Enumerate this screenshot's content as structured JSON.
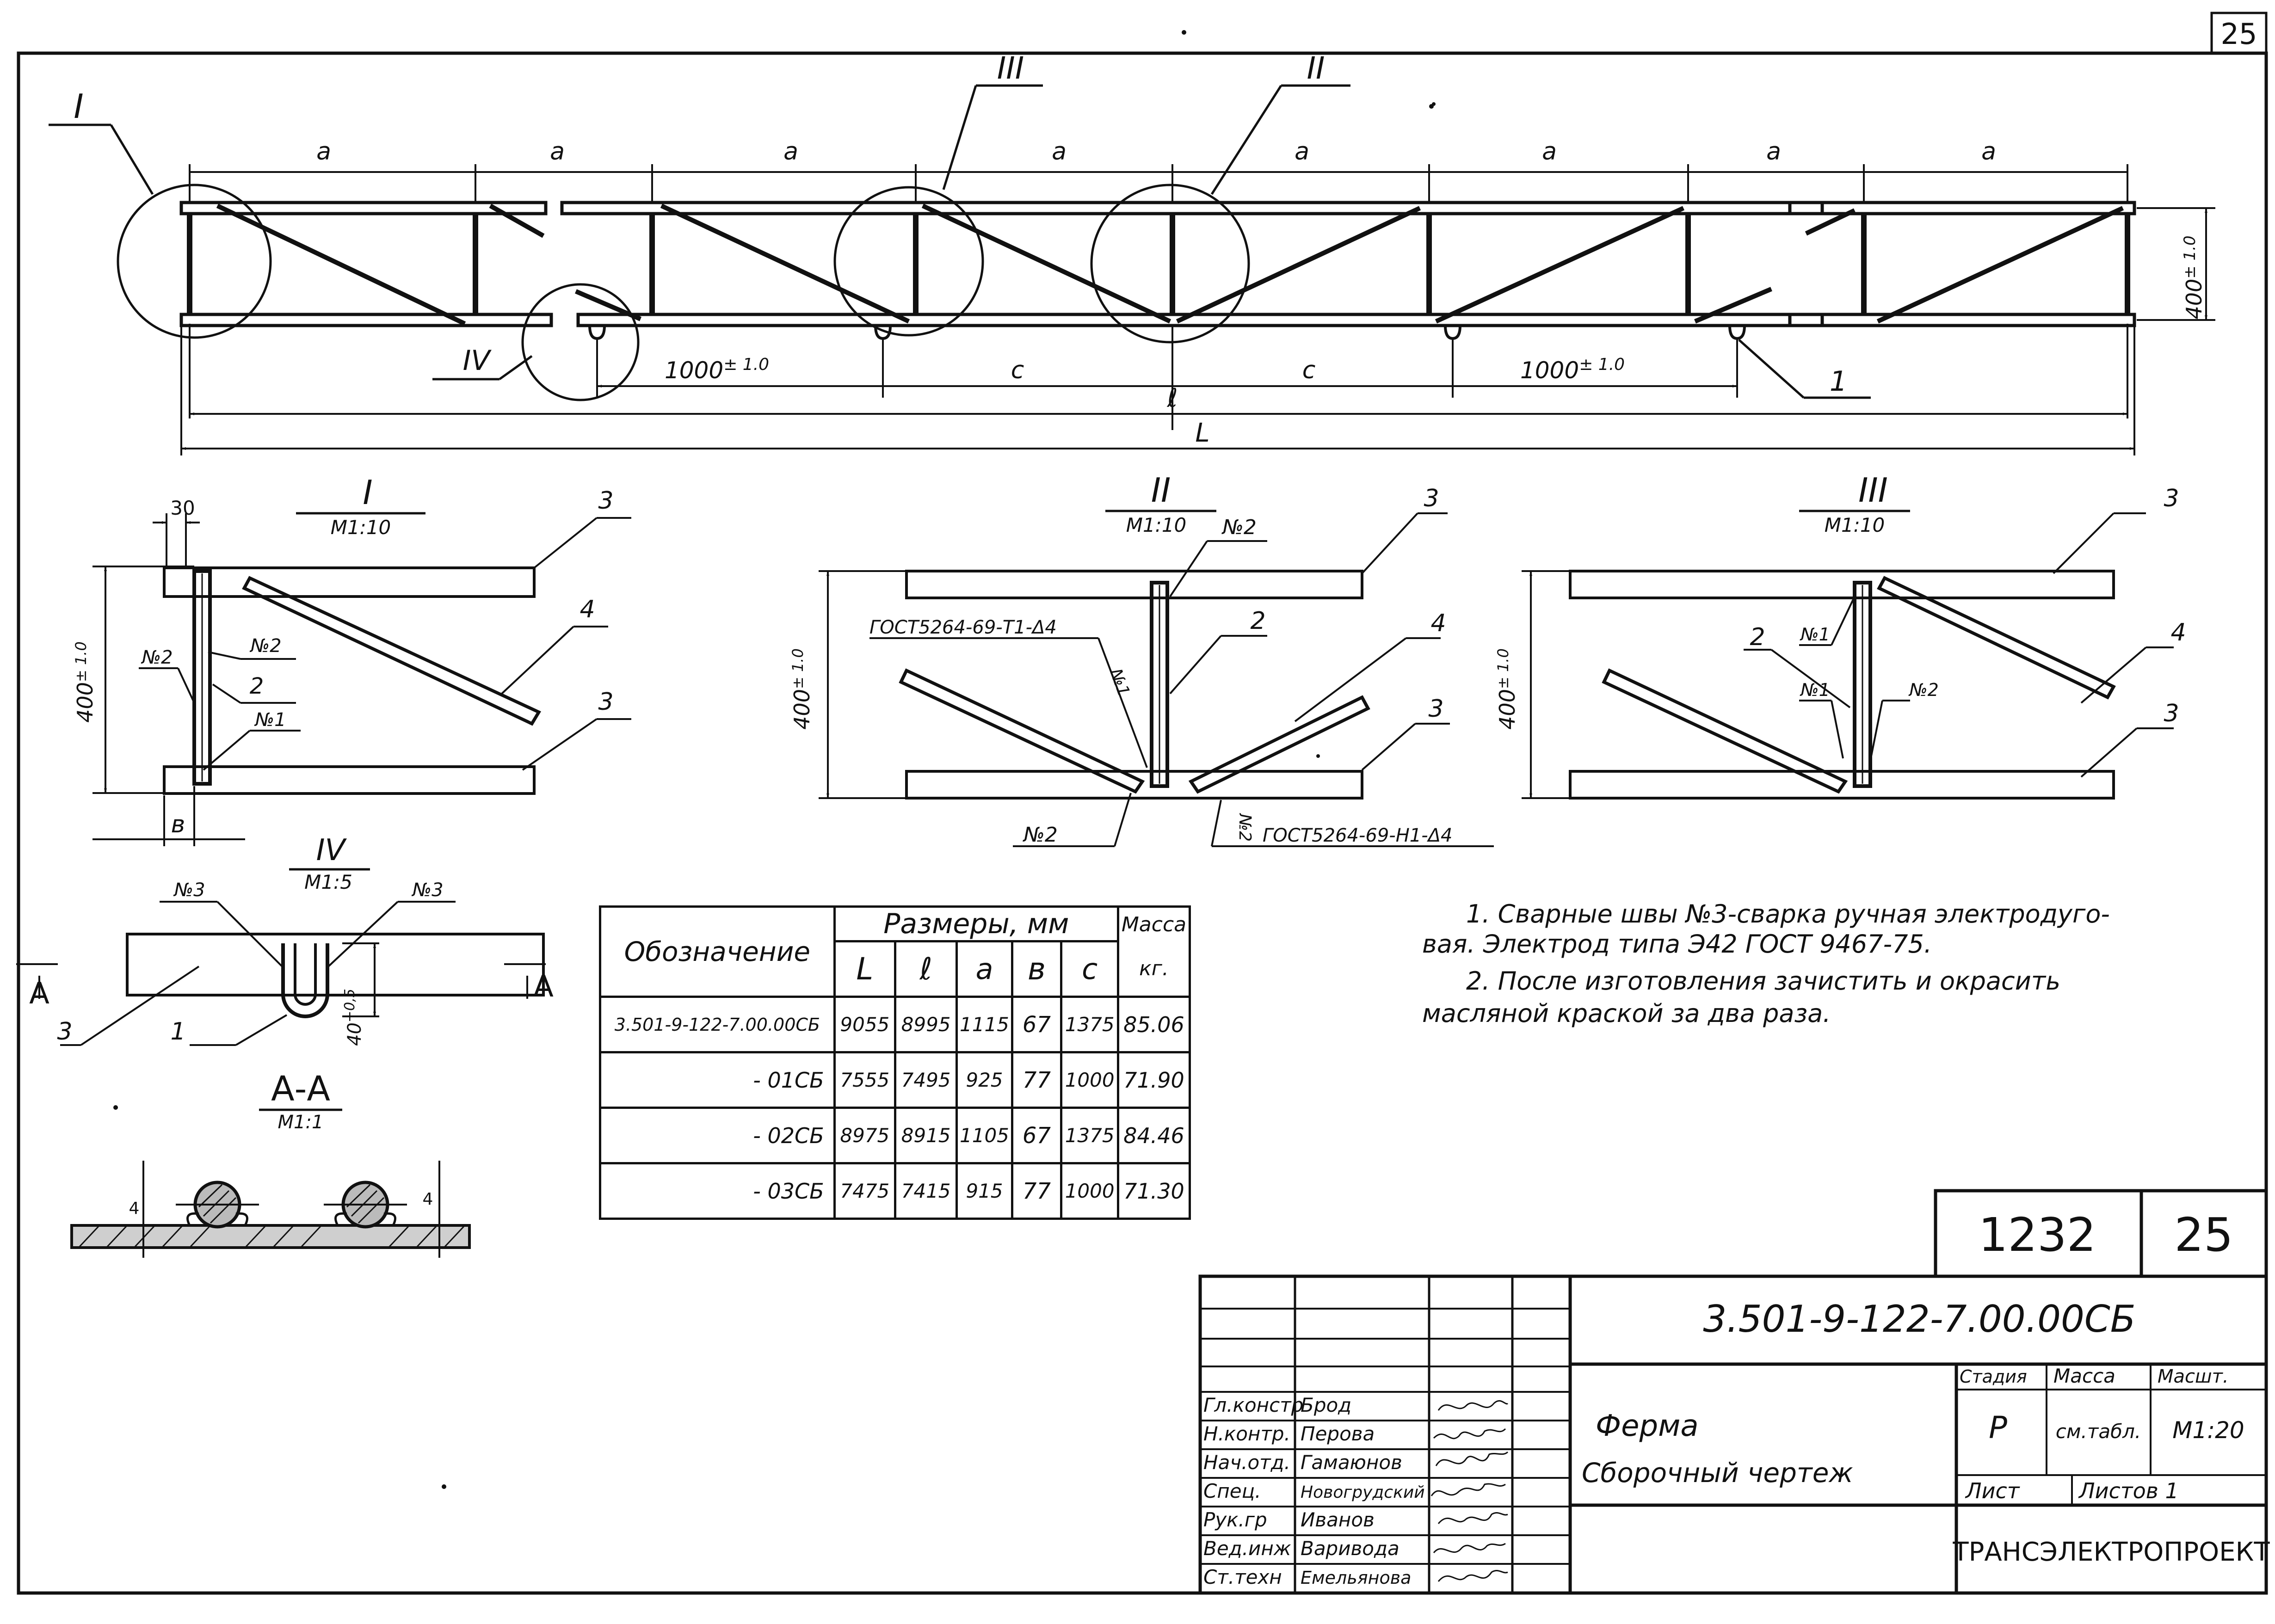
{
  "sheet_corner_number": "25",
  "main_view": {
    "callouts": [
      "I",
      "II",
      "III",
      "IV"
    ],
    "spacing_label": "a",
    "dim_1000": "1000",
    "tolerance": "± 1.0",
    "dim_c": "c",
    "dim_l_inner": "ℓ",
    "dim_l_total": "L",
    "dim_height": "400",
    "pos_1": "1"
  },
  "detail_I": {
    "title": "I",
    "scale": "М1:10",
    "dim_30": "30",
    "dim_height": "400",
    "tolerance": "± 1.0",
    "dim_b": "в",
    "weld_2a": "№2",
    "weld_2b": "№2",
    "weld_1": "№1",
    "pos_2": "2",
    "pos_3a": "3",
    "pos_3b": "3",
    "pos_4": "4"
  },
  "detail_II": {
    "title": "II",
    "scale": "М1:10",
    "dim_height": "400",
    "tolerance": "± 1.0",
    "weld_2_top": "№2",
    "weld_1": "№1",
    "weld_2_bottom_left": "№2",
    "weld_2_bottom_right": "№2",
    "gost_top": "ГОСТ5264-69-Т1-Δ4",
    "gost_bottom": "ГОСТ5264-69-Н1-Δ4",
    "pos_2": "2",
    "pos_3a": "3",
    "pos_3b": "3",
    "pos_4": "4"
  },
  "detail_III": {
    "title": "III",
    "scale": "М1:10",
    "dim_height": "400",
    "tolerance": "± 1.0",
    "weld_1a": "№1",
    "weld_1b": "№1",
    "weld_2": "№2",
    "pos_2": "2",
    "pos_3a": "3",
    "pos_3b": "3",
    "pos_4": "4"
  },
  "detail_IV": {
    "title": "IV",
    "scale": "М1:5",
    "weld_3a": "№3",
    "weld_3b": "№3",
    "pos_3": "3",
    "pos_1": "1",
    "dim_40": "40",
    "dim_40_tol": "+0,5",
    "section_mark": "А",
    "section_title": "А-А",
    "section_scale": "М1:1",
    "dim_4a": "4",
    "dim_4b": "4"
  },
  "dims_table": {
    "col_designation": "Обозначение",
    "group_sizes": "Размеры, мм",
    "group_mass": "Масса",
    "mass_unit": "кг.",
    "col_L": "L",
    "col_l": "ℓ",
    "col_a": "а",
    "col_b": "в",
    "col_c": "с",
    "rows": [
      {
        "designation": "3.501-9-122-7.00.00СБ",
        "L": "9055",
        "l": "8995",
        "a": "1115",
        "b": "67",
        "c": "1375",
        "mass": "85.06"
      },
      {
        "designation": "- 01СБ",
        "L": "7555",
        "l": "7495",
        "a": "925",
        "b": "77",
        "c": "1000",
        "mass": "71.90"
      },
      {
        "designation": "- 02СБ",
        "L": "8975",
        "l": "8915",
        "a": "1105",
        "b": "67",
        "c": "1375",
        "mass": "84.46"
      },
      {
        "designation": "- 03СБ",
        "L": "7475",
        "l": "7415",
        "a": "915",
        "b": "77",
        "c": "1000",
        "mass": "71.30"
      }
    ]
  },
  "notes": [
    "1. Сварные швы №3-сварка ручная электродуго-",
    "вая. Электрод типа Э42  ГОСТ 9467-75.",
    "2. После изготовления зачистить и окрасить",
    "масляной краской за два раза."
  ],
  "title_block": {
    "album": "1232",
    "album_sheet": "25",
    "doc_code": "3.501-9-122-7.00.00СБ",
    "name_line1": "Ферма",
    "name_line2": "Сборочный   чертеж",
    "stage_label": "Стадия",
    "mass_label": "Масса",
    "scale_label": "Масшт.",
    "stage_value": "Р",
    "mass_value": "см.табл.",
    "scale_value": "М1:20",
    "sheet_label": "Лист",
    "sheets_label": "Листов 1",
    "org": "ТРАНСЭЛЕКТРОПРОЕКТ",
    "staff": [
      {
        "role": "Гл.констр",
        "name": "Брод"
      },
      {
        "role": "Н.контр.",
        "name": "Перова"
      },
      {
        "role": "Нач.отд.",
        "name": "Гамаюнов"
      },
      {
        "role": "Спец.",
        "name": "Новогрудский"
      },
      {
        "role": "Рук.гр",
        "name": "Иванов"
      },
      {
        "role": "Вед.инж",
        "name": "Варивода"
      },
      {
        "role": "Ст.техн",
        "name": "Емельянова"
      }
    ]
  }
}
